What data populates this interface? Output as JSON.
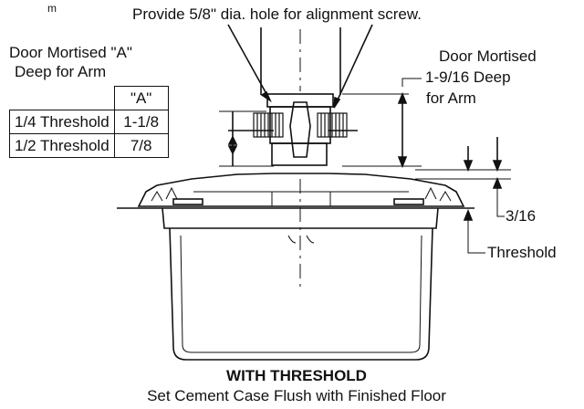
{
  "clipped_top_text": [
    "...",
    "m"
  ],
  "labels": {
    "hole_note": "Provide 5/8\" dia. hole for alignment screw.",
    "mortise_a_line1": "Door Mortised \"A\"",
    "mortise_a_line2": "Deep for Arm",
    "mortise_right_line1": "Door Mortised",
    "mortise_right_line2": "1-9/16 Deep",
    "mortise_right_line3": "for Arm",
    "dim_3_16": "3/16",
    "threshold": "Threshold"
  },
  "table": {
    "header": "\"A\"",
    "rows": [
      {
        "label": "1/4 Threshold",
        "value": "1-1/8"
      },
      {
        "label": "1/2 Threshold",
        "value": "7/8"
      }
    ]
  },
  "caption": {
    "title": "WITH THRESHOLD",
    "subtitle": "Set Cement Case Flush with Finished Floor"
  }
}
